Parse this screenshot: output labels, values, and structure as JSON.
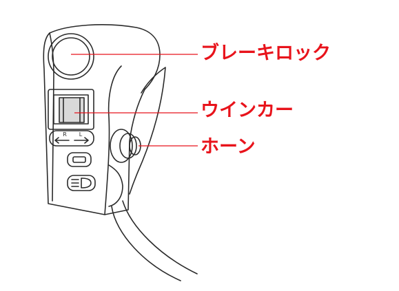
{
  "labels": {
    "brake_lock": "ブレーキロック",
    "winker": "ウインカー",
    "horn": "ホーン"
  },
  "switch_markings": {
    "right": "R",
    "left": "L"
  },
  "colors": {
    "callout": "#e8131b",
    "line_art": "#2a2a2a"
  }
}
